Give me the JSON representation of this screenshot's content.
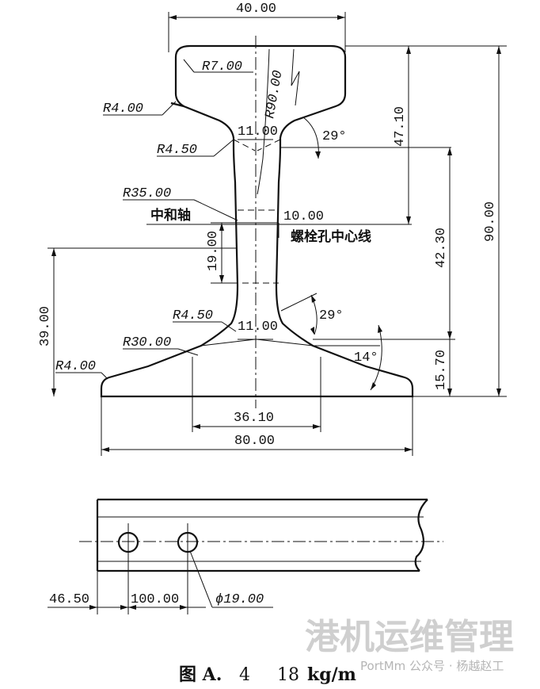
{
  "dims": {
    "top_width": "40.00",
    "r7": "R7.00",
    "r90": "R90.00",
    "r4_head": "R4.00",
    "web_top": "11.00",
    "angle_top": "29°",
    "r450_top": "R4.50",
    "h4710": "47.10",
    "h9000": "90.00",
    "r35": "R35.00",
    "label_neutral": "中和轴",
    "dim_1000": "10.00",
    "label_bolt": "螺栓孔中心线",
    "dim_1900": "19.00",
    "dim_4230": "42.30",
    "dim_3900": "39.00",
    "r450_bot": "R4.50",
    "web_bot": "11.00",
    "angle_bot": "29°",
    "r30": "R30.00",
    "angle_14": "14°",
    "r4_base": "R4.00",
    "dim_1570": "15.70",
    "dim_3610": "36.10",
    "base_width": "80.00",
    "side_4650": "46.50",
    "side_10000": "100.00",
    "hole_dia": "ϕ19.00"
  },
  "caption": {
    "prefix": "图 A.",
    "number": "4",
    "text": "18",
    "unit": "kg/m"
  },
  "watermark": {
    "big": "港机运维管理",
    "small": "PortMm 公众号 · 杨越赵工"
  }
}
